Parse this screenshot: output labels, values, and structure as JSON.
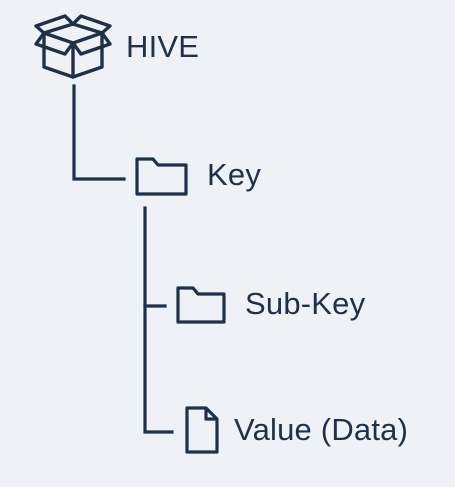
{
  "diagram": {
    "root": {
      "label": "HIVE",
      "icon": "box-icon"
    },
    "key": {
      "label": "Key",
      "icon": "folder-icon"
    },
    "subkey": {
      "label": "Sub-Key",
      "icon": "folder-icon"
    },
    "value": {
      "label": "Value (Data)",
      "icon": "file-icon"
    }
  },
  "colors": {
    "stroke": "#1f3147",
    "background": "#eef2f7"
  }
}
